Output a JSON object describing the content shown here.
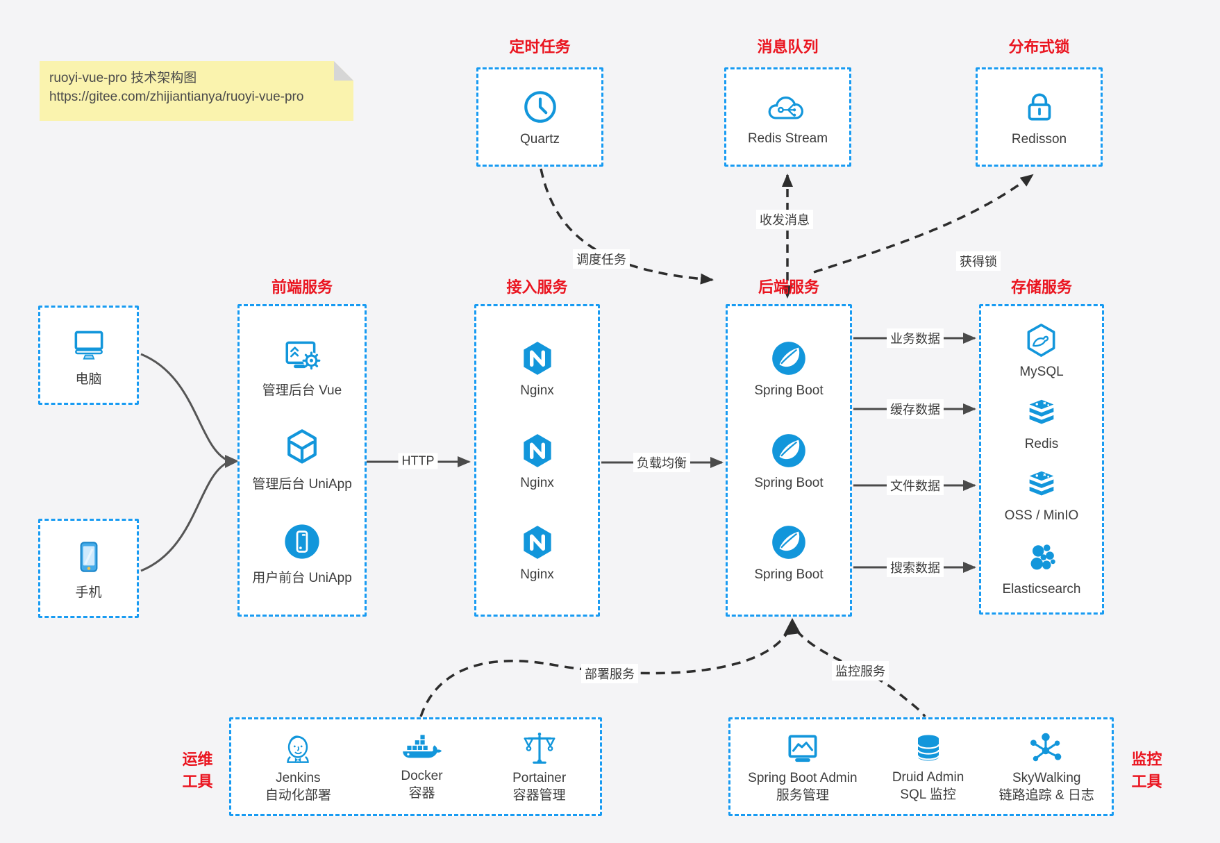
{
  "note": {
    "title": "ruoyi-vue-pro 技术架构图",
    "url": "https://gitee.com/zhijiantianya/ruoyi-vue-pro"
  },
  "top": [
    {
      "title": "定时任务",
      "label": "Quartz",
      "icon": "clock-icon"
    },
    {
      "title": "消息队列",
      "label": "Redis Stream",
      "icon": "cloud-stream-icon"
    },
    {
      "title": "分布式锁",
      "label": "Redisson",
      "icon": "lock-icon"
    }
  ],
  "clients": [
    {
      "label": "电脑",
      "icon": "desktop-icon"
    },
    {
      "label": "手机",
      "icon": "phone-icon"
    }
  ],
  "columns": [
    {
      "title": "前端服务",
      "items": [
        {
          "label": "管理后台 Vue",
          "icon": "admin-monitor-gear-icon"
        },
        {
          "label": "管理后台 UniApp",
          "icon": "uniapp-cube-icon"
        },
        {
          "label": "用户前台 UniApp",
          "icon": "mobile-app-circle-icon"
        }
      ]
    },
    {
      "title": "接入服务",
      "items": [
        {
          "label": "Nginx",
          "icon": "nginx-icon"
        },
        {
          "label": "Nginx",
          "icon": "nginx-icon"
        },
        {
          "label": "Nginx",
          "icon": "nginx-icon"
        }
      ]
    },
    {
      "title": "后端服务",
      "items": [
        {
          "label": "Spring Boot",
          "icon": "spring-icon"
        },
        {
          "label": "Spring Boot",
          "icon": "spring-icon"
        },
        {
          "label": "Spring Boot",
          "icon": "spring-icon"
        }
      ]
    },
    {
      "title": "存储服务",
      "items": [
        {
          "label": "MySQL",
          "icon": "mysql-icon"
        },
        {
          "label": "Redis",
          "icon": "redis-stack-icon"
        },
        {
          "label": "OSS / MinIO",
          "icon": "storage-stack-icon"
        },
        {
          "label": "Elasticsearch",
          "icon": "elasticsearch-icon"
        }
      ]
    }
  ],
  "bottom": [
    {
      "side_label_line1": "运维",
      "side_label_line2": "工具",
      "items": [
        {
          "name": "Jenkins",
          "desc": "自动化部署",
          "icon": "jenkins-icon"
        },
        {
          "name": "Docker",
          "desc": "容器",
          "icon": "docker-icon"
        },
        {
          "name": "Portainer",
          "desc": "容器管理",
          "icon": "portainer-scales-icon"
        }
      ]
    },
    {
      "side_label_line1": "监控",
      "side_label_line2": "工具",
      "items": [
        {
          "name": "Spring Boot Admin",
          "desc": "服务管理",
          "icon": "chart-monitor-icon"
        },
        {
          "name": "Druid Admin",
          "desc": "SQL 监控",
          "icon": "database-icon"
        },
        {
          "name": "SkyWalking",
          "desc": "链路追踪 & 日志",
          "icon": "trace-nodes-icon"
        }
      ]
    }
  ],
  "edges": {
    "http": "HTTP",
    "load_balance": "负载均衡",
    "business_data": "业务数据",
    "cache_data": "缓存数据",
    "file_data": "文件数据",
    "search_data": "搜索数据",
    "schedule_task": "调度任务",
    "send_receive_msg": "收发消息",
    "acquire_lock": "获得锁",
    "deploy_service": "部署服务",
    "monitor_service": "监控服务"
  },
  "colors": {
    "primary_blue": "#1296db",
    "border_blue": "#189bf2",
    "accent_red": "#ea141f",
    "background": "#f4f4f6",
    "note_yellow": "#faf3ae",
    "arrow_gray": "#4a4a4a",
    "dashed_dark": "#2d2d2d"
  }
}
